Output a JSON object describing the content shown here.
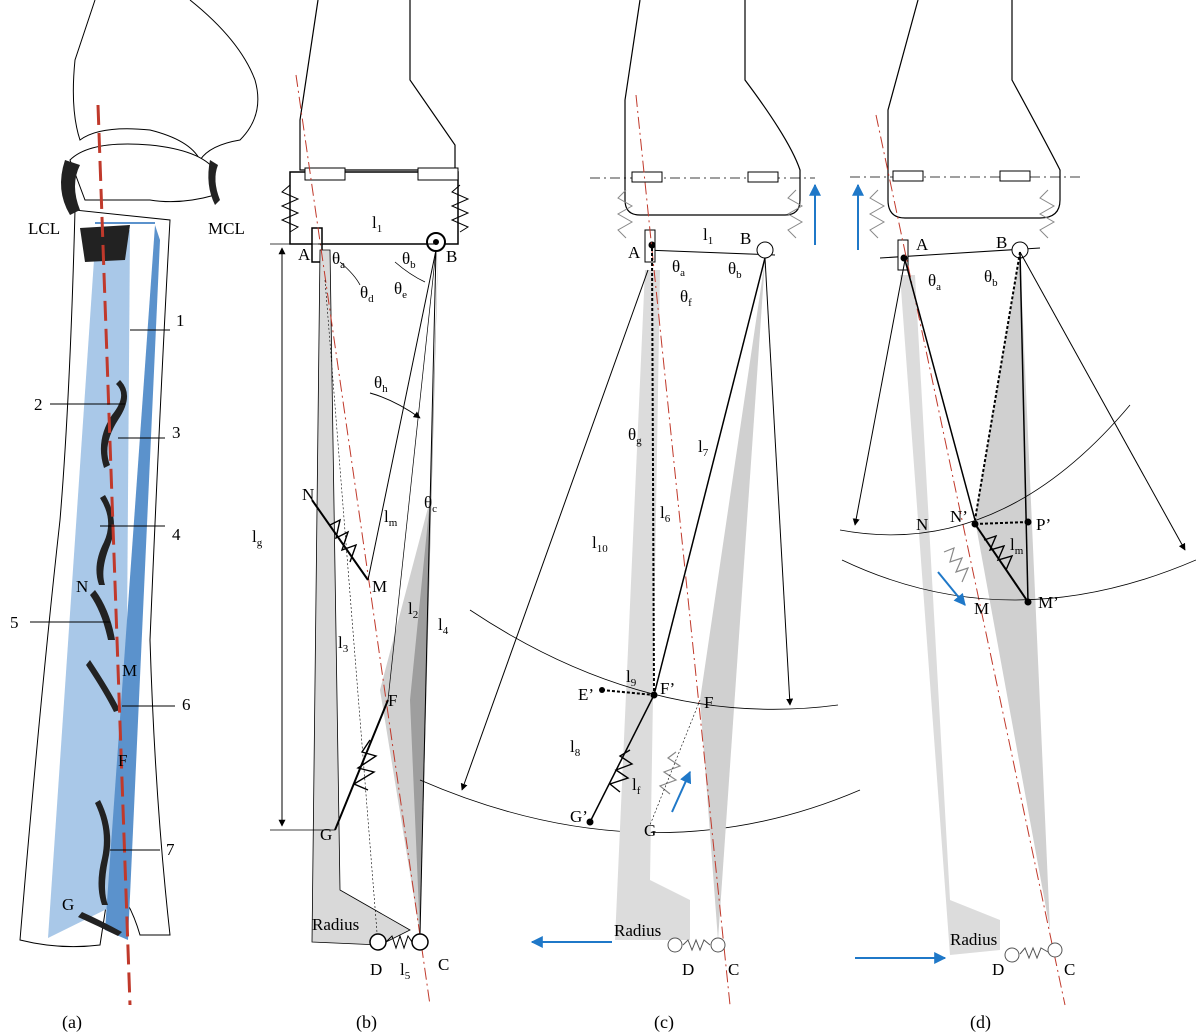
{
  "figure": {
    "panels": [
      {
        "caption": "(a)",
        "labels": {
          "lcl": "LCL",
          "mcl": "MCL",
          "n1": "1",
          "n2": "2",
          "n3": "3",
          "n4": "4",
          "n5": "5",
          "n6": "6",
          "n7": "7",
          "N": "N",
          "M": "M",
          "F": "F",
          "G": "G"
        }
      },
      {
        "caption": "(b)",
        "labels": {
          "A": "A",
          "B": "B",
          "N": "N",
          "M": "M",
          "F": "F",
          "G": "G",
          "D": "D",
          "C": "C",
          "radius": "Radius",
          "l1": "l",
          "l1_sub": "1",
          "lg": "l",
          "lg_sub": "g",
          "lm": "l",
          "lm_sub": "m",
          "l2": "l",
          "l2_sub": "2",
          "l3": "l",
          "l3_sub": "3",
          "l4": "l",
          "l4_sub": "4",
          "l5": "l",
          "l5_sub": "5",
          "theta_a": "θ",
          "theta_a_sub": "a",
          "theta_b": "θ",
          "theta_b_sub": "b",
          "theta_d": "θ",
          "theta_d_sub": "d",
          "theta_e": "θ",
          "theta_e_sub": "e",
          "theta_h": "θ",
          "theta_h_sub": "h",
          "theta_c": "θ",
          "theta_c_sub": "c"
        }
      },
      {
        "caption": "(c)",
        "labels": {
          "A": "A",
          "B": "B",
          "F": "F",
          "Fp": "F’",
          "E": "E’",
          "G": "G",
          "Gp": "G’",
          "D": "D",
          "C": "C",
          "radius": "Radius",
          "l1": "l",
          "l1_sub": "1",
          "l6": "l",
          "l6_sub": "6",
          "l7": "l",
          "l7_sub": "7",
          "l8": "l",
          "l8_sub": "8",
          "l9": "l",
          "l9_sub": "9",
          "l10": "l",
          "l10_sub": "10",
          "lf": "l",
          "lf_sub": "f",
          "theta_a": "θ",
          "theta_a_sub": "a",
          "theta_b": "θ",
          "theta_b_sub": "b",
          "theta_f": "θ",
          "theta_f_sub": "f",
          "theta_g": "θ",
          "theta_g_sub": "g"
        }
      },
      {
        "caption": "(d)",
        "labels": {
          "A": "A",
          "B": "B",
          "N": "N",
          "Np": "N’",
          "Pp": "P’",
          "M": "M",
          "Mp": "M’",
          "D": "D",
          "C": "C",
          "radius": "Radius",
          "lm": "l",
          "lm_sub": "m",
          "theta_a": "θ",
          "theta_a_sub": "a",
          "theta_b": "θ",
          "theta_b_sub": "b"
        }
      }
    ],
    "colors": {
      "axis_red": "#c0392b",
      "arrow_blue": "#1f78c8",
      "ligament_light": "#a9c8e8",
      "ligament_dark": "#5b92cc",
      "bone_gray": "#d9d9d9",
      "bone_dark": "#9e9e9e"
    }
  }
}
